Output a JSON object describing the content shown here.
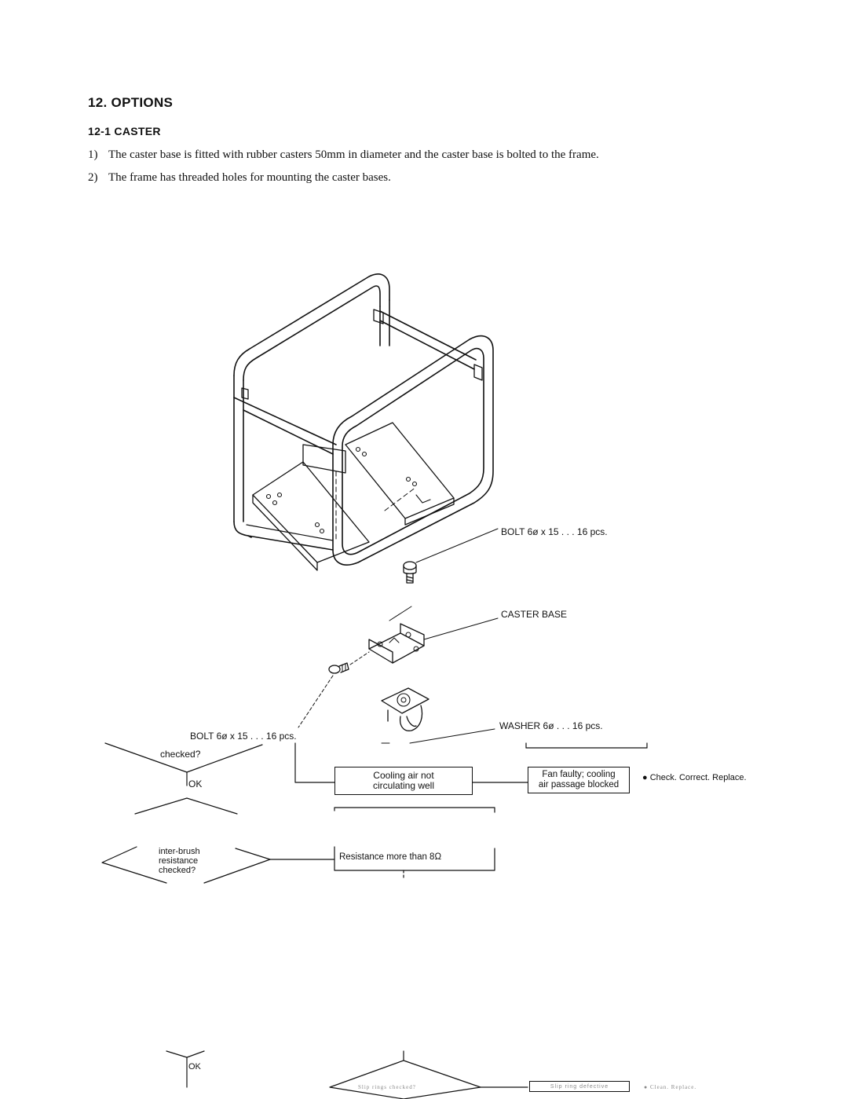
{
  "section": {
    "heading": "12.  OPTIONS",
    "subheading": "12-1 CASTER",
    "paragraphs": [
      {
        "num": "1)",
        "text": "The caster base is fitted with rubber casters 50mm in diameter and the caster base is bolted to the frame."
      },
      {
        "num": "2)",
        "text": "The frame has threaded holes for mounting the caster bases."
      }
    ]
  },
  "diagram": {
    "labels": {
      "bolt_top": "BOLT 6ø x 15 . . . 16 pcs.",
      "caster_base": "CASTER BASE",
      "washer": "WASHER 6ø . . . 16 pcs.",
      "bolt_left": "BOLT 6ø x 15 . . . 16 pcs."
    }
  },
  "flowchart": {
    "checked_q": "checked?",
    "ok_1": "OK",
    "cooling_box": [
      "Cooling air not",
      "circulating well"
    ],
    "fan_box": [
      "Fan faulty; cooling",
      "air passage blocked"
    ],
    "fan_action": "● Check. Correct. Replace.",
    "inter_brush_q": [
      "inter-brush",
      "resistance",
      "checked?"
    ],
    "resistance_box": "Resistance more than 8Ω",
    "ok_2": "OK",
    "slip_q": "Slip rings checked?",
    "slip_box": "Slip ring defective",
    "slip_action": "● Clean. Replace."
  }
}
